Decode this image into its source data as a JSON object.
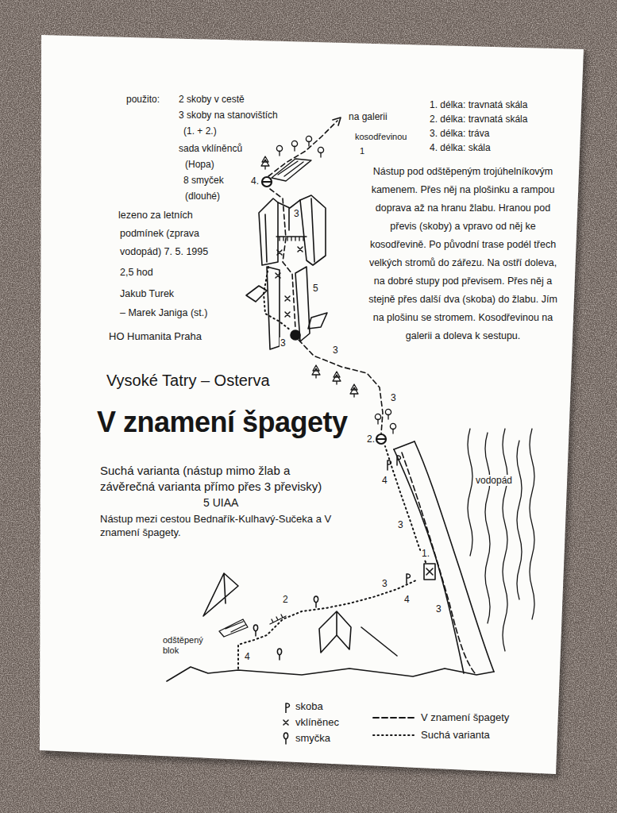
{
  "diagram": {
    "title": "V znamení špagety",
    "labels": [
      "použito:",
      "2 skoby v cestě",
      "3 skoby na stanovištích",
      "(1. + 2.)",
      "sada vklíněnců",
      "(Hopa)",
      "8 smyček",
      "(dlouhé)",
      "lezeno za letních",
      "podmínek (zprava",
      "vodopád) 7. 5. 1995",
      "2,5 hod",
      "Jakub Turek",
      "– Marek Janiga (st.)",
      "HO Humanita Praha",
      "1. délka: travnatá skála",
      "2. délka: travnatá skála",
      "3. délka: tráva",
      "4. délka: skála",
      "na galerii",
      "kosodřevinou",
      "1",
      "Nástup pod odštěpeným trojúhelníkovým kamenem. Přes něj na plošinku a rampou doprava až na hranu žlabu. Hranou pod převis (skoby) a vpravo od něj ke kosodřevině. Po původní trase podél třech velkých stromů do zářezu. Na ostří doleva, na dobré stupy pod převisem. Přes něj a stejně přes další dva (skoba) do žlabu. Jím na plošinu se stromem. Kosodřevinou na galerii a doleva k sestupu.",
      "Vysoké Tatry – Osterva",
      "Suchá varianta (nástup mimo žlab a závěrečná varianta přímo přes 3 převisky)",
      "5 UIAA",
      "Nástup mezi cestou Bednařík-Kulhavý-Sučeka a V znamení špagety.",
      "4.",
      "3",
      "5",
      "3",
      "3",
      "3",
      "2.",
      "4",
      "3",
      "1.",
      "3",
      "4",
      "3",
      "2",
      "4",
      "vodopád",
      "odštěpený blok"
    ],
    "legend": [
      {
        "text": "skoba"
      },
      {
        "text": "vklíněnec"
      },
      {
        "text": "smyčka"
      },
      {
        "text": "V znamení špagety"
      },
      {
        "text": "Suchá varianta"
      }
    ]
  }
}
